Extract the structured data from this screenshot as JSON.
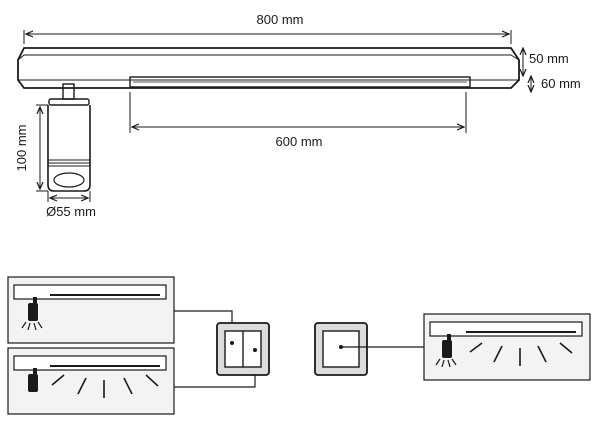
{
  "dimensions": {
    "length": "800 mm",
    "height_a": "50 mm",
    "height_b": "60 mm",
    "light_length": "600 mm",
    "spot_height": "100 mm",
    "spot_diameter": "Ø55 mm"
  },
  "colors": {
    "line": "#1a1a1a",
    "panel_fill": "#f3f3f3",
    "switch_fill": "#dcdcdc"
  },
  "icons": {
    "spot": "spotlight-icon",
    "rays": "light-rays-icon",
    "switch": "wall-switch-icon"
  }
}
